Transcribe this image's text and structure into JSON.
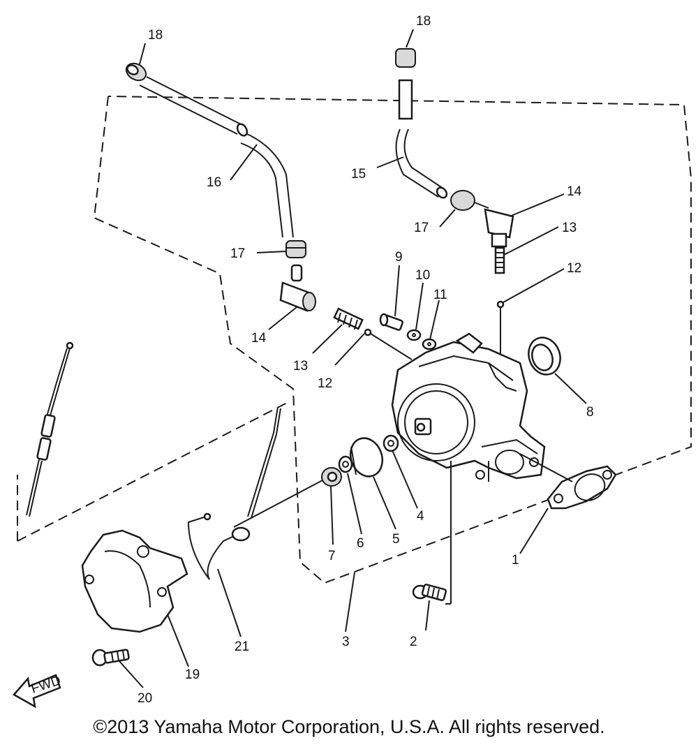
{
  "callouts": {
    "p1": "1",
    "p2": "2",
    "p3": "3",
    "p4": "4",
    "p5": "5",
    "p6": "6",
    "p7": "7",
    "p8": "8",
    "p9": "9",
    "p10": "10",
    "p11": "11",
    "p12a": "12",
    "p12b": "12",
    "p13a": "13",
    "p13b": "13",
    "p14a": "14",
    "p14b": "14",
    "p15": "15",
    "p16": "16",
    "p17a": "17",
    "p17b": "17",
    "p18a": "18",
    "p18b": "18",
    "p19": "19",
    "p20": "20",
    "p21": "21"
  },
  "fwd_label": "FWD",
  "copyright": "©2013 Yamaha Motor Corporation, U.S.A. All rights reserved."
}
